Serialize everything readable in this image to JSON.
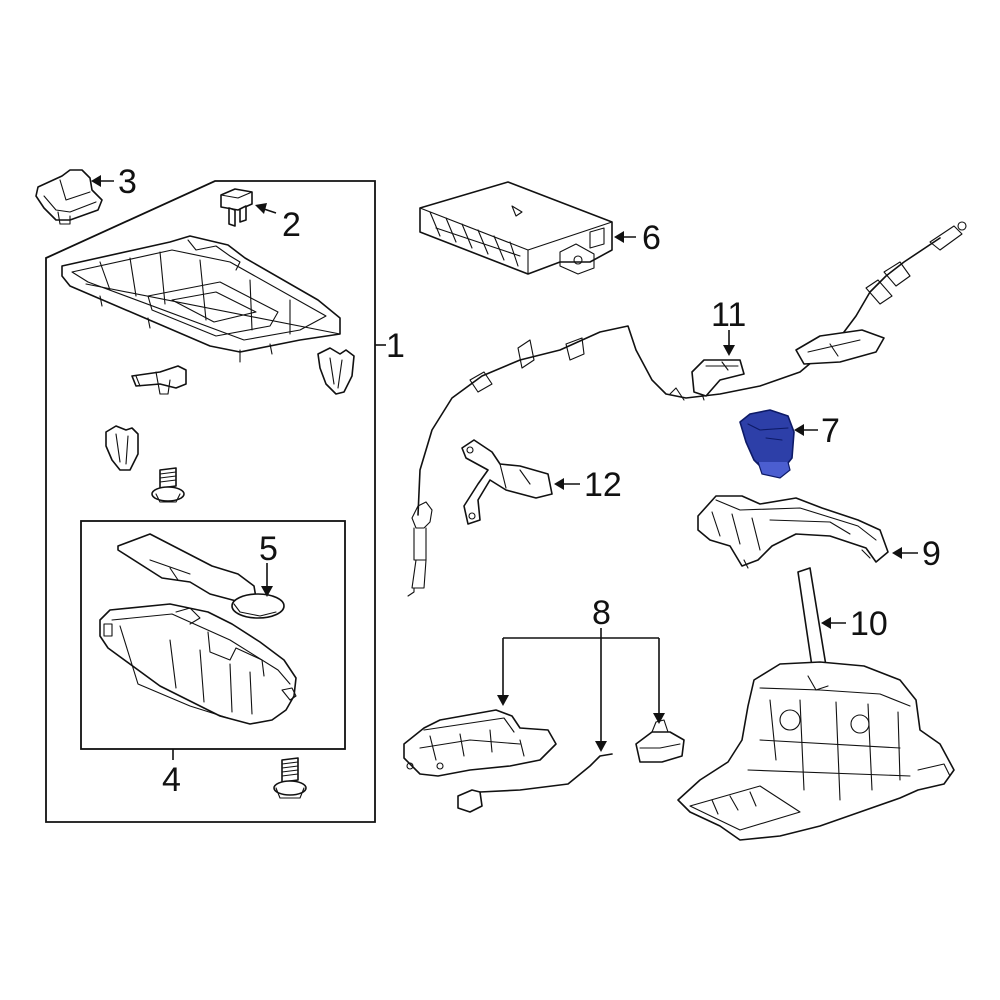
{
  "diagram": {
    "highlight_color": "#2d3fa8",
    "line_color": "#111111",
    "background_color": "#ffffff",
    "callouts": [
      {
        "id": "1",
        "part": "console-panel-assembly"
      },
      {
        "id": "2",
        "part": "clip"
      },
      {
        "id": "3",
        "part": "switch-knob"
      },
      {
        "id": "4",
        "part": "storage-compartment-assembly"
      },
      {
        "id": "5",
        "part": "mat"
      },
      {
        "id": "6",
        "part": "control-module"
      },
      {
        "id": "7",
        "part": "shift-knob"
      },
      {
        "id": "8",
        "part": "wiring-harness-set"
      },
      {
        "id": "9",
        "part": "shifter-bezel"
      },
      {
        "id": "10",
        "part": "shifter-assembly"
      },
      {
        "id": "11",
        "part": "cable-bracket"
      },
      {
        "id": "12",
        "part": "cable-mount-bracket"
      }
    ]
  }
}
